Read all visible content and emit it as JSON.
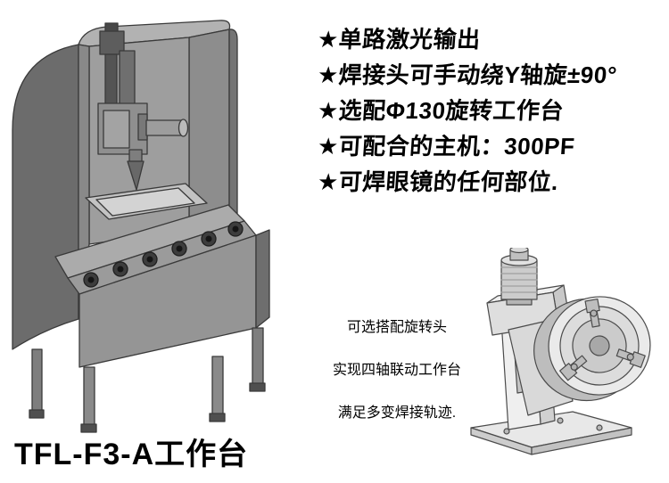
{
  "page": {
    "title": "TFL-F3-A工作台",
    "background_color": "#ffffff",
    "text_color": "#000000"
  },
  "features": {
    "items": [
      "★单路激光输出",
      "★焊接头可手动绕Y轴旋±90°",
      "★选配Φ130旋转工作台",
      "★可配合的主机：300PF",
      "★可焊眼镜的任何部位."
    ]
  },
  "rotary_note": {
    "lines": [
      "可选搭配旋转头",
      "实现四轴联动工作台",
      "满足多变焊接轨迹."
    ]
  },
  "figures": {
    "machine": "laser-welding-workstation-3d-render",
    "rotary": "optional-rotary-chuck-positioner-3d-render",
    "machine_gray": "#8a8a8a",
    "rotary_gray": "#e0e0e0"
  }
}
